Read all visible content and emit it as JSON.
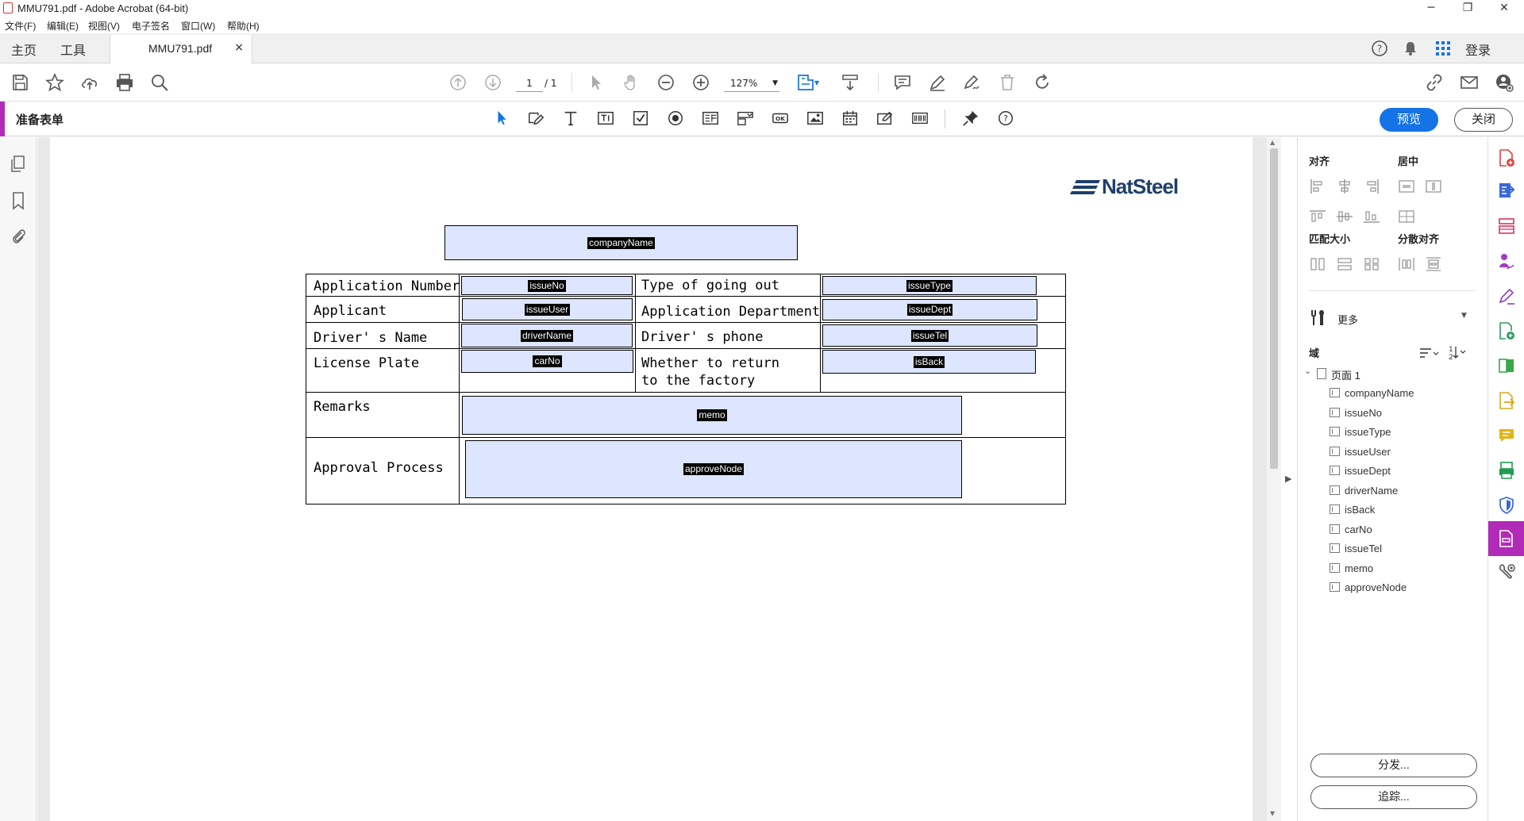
{
  "window": {
    "title": "MMU791.pdf - Adobe Acrobat (64-bit)",
    "controls": [
      "─",
      "❐",
      "✕"
    ]
  },
  "menu": [
    "文件(F)",
    "编辑(E)",
    "视图(V)",
    "电子签名",
    "窗口(W)",
    "帮助(H)"
  ],
  "tabs": {
    "home": "主页",
    "tools": "工具",
    "document": "MMU791.pdf",
    "close": "×",
    "login": "登录"
  },
  "toolbar": {
    "page_current": "1",
    "page_total": "/ 1",
    "zoom": "127%"
  },
  "formbar": {
    "title": "准备表单",
    "preview": "预览",
    "close": "关闭"
  },
  "document": {
    "logo_text": "NatSteel",
    "fields": {
      "companyName": "companyName",
      "issueNo": "issueNo",
      "issueType": "issueType",
      "issueUser": "issueUser",
      "issueDept": "issueDept",
      "driverName": "driverName",
      "issueTel": "issueTel",
      "carNo": "carNo",
      "isBack": "isBack",
      "memo": "memo",
      "approveNode": "approveNode"
    },
    "labels": {
      "application_number": "Application Number",
      "type_going_out": "Type of going out",
      "applicant": "Applicant",
      "application_department": "Application Department",
      "drivers_name": "Driver' s Name",
      "drivers_phone": "Driver' s phone",
      "license_plate": "License Plate",
      "whether_return_1": "Whether to return",
      "whether_return_2": "to the factory",
      "remarks": "Remarks",
      "approval_process": "Approval Process"
    }
  },
  "right_panel": {
    "align": "对齐",
    "center": "居中",
    "match_size": "匹配大小",
    "distribute": "分散对齐",
    "more": "更多",
    "fields_heading": "域",
    "page_node": "页面 1",
    "field_list": [
      "companyName",
      "issueNo",
      "issueType",
      "issueUser",
      "issueDept",
      "driverName",
      "isBack",
      "carNo",
      "issueTel",
      "memo",
      "approveNode"
    ],
    "distribute_btn": "分发...",
    "track_btn": "追踪..."
  },
  "colors": {
    "accent_purple": "#b12ab8",
    "preview_blue": "#1473e6",
    "field_fill": "#dde5ff"
  }
}
